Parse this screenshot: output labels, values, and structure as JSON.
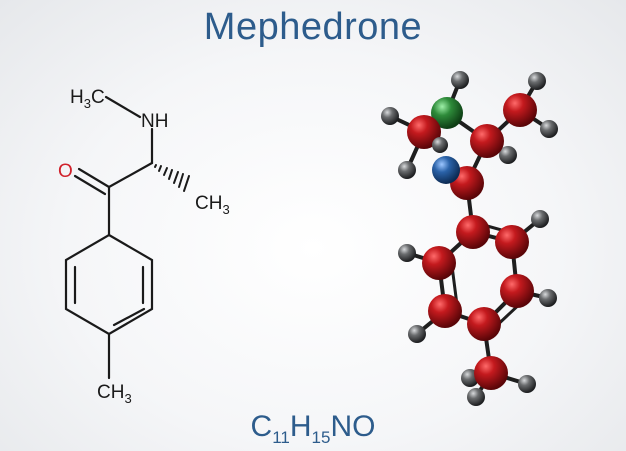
{
  "title": "Mephedrone",
  "formula": {
    "parts": [
      {
        "text": "C",
        "sub": "11"
      },
      {
        "text": "H",
        "sub": "15"
      },
      {
        "text": "NO",
        "sub": ""
      }
    ]
  },
  "skeletal": {
    "labels": {
      "h3c": "H",
      "h3c_sub": "3",
      "h3c_c": "C",
      "nh": "NH",
      "o": "O",
      "ch3_right": "CH",
      "ch3_right_sub": "3",
      "ch3_bottom": "CH",
      "ch3_bottom_sub": "3"
    }
  },
  "colors": {
    "title": "#2d5c8c",
    "bond": "#1a1a1a",
    "oxygen_label": "#d0202a",
    "carbon_atom": "#b8161a",
    "hydrogen_atom": "#5a5c5e",
    "nitrogen_atom": "#2a62a8",
    "highlight_atom": "#2e8b3a"
  }
}
